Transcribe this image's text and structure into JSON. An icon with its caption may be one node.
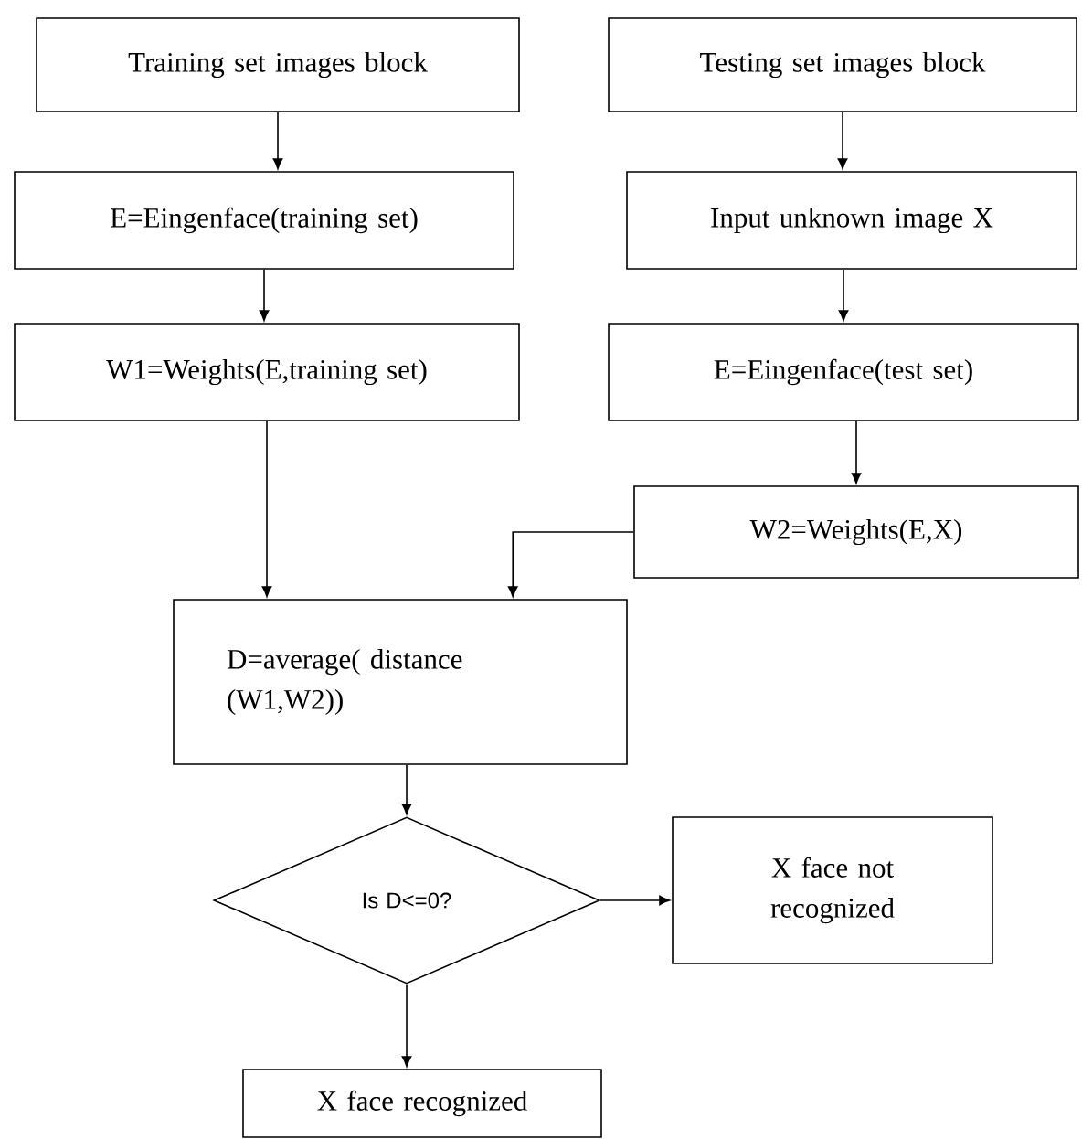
{
  "diagram": {
    "nodes": [
      {
        "text": [
          "Training set images block"
        ]
      },
      {
        "text": [
          "Testing set images block"
        ]
      },
      {
        "text": [
          "E=Eingenface(training set)"
        ]
      },
      {
        "text": [
          "Input unknown image X"
        ]
      },
      {
        "text": [
          "W1=Weights(E,training set)"
        ]
      },
      {
        "text": [
          "E=Eingenface(test set)"
        ]
      },
      {
        "text": [
          "W2=Weights(E,X)"
        ]
      },
      {
        "text": [
          "D=average( distance (W1,W2))"
        ]
      },
      {
        "text": [
          "Is D<=0?"
        ]
      },
      {
        "text": [
          "X face not recognized"
        ]
      },
      {
        "text": [
          "X face recognized"
        ]
      }
    ],
    "edges": [
      {
        "from": 0,
        "to": 2,
        "arrow": "to"
      },
      {
        "from": 2,
        "to": 4,
        "arrow": "to"
      },
      {
        "from": 1,
        "to": 3,
        "arrow": "to"
      },
      {
        "from": 3,
        "to": 5,
        "arrow": "to"
      },
      {
        "from": 5,
        "to": 6,
        "arrow": "to"
      },
      {
        "from": 4,
        "to": 7,
        "arrow": "to"
      },
      {
        "from": 6,
        "to": 7,
        "arrow": "to"
      },
      {
        "from": 7,
        "to": 8,
        "arrow": "to"
      },
      {
        "from": 8,
        "to": 9,
        "arrow": "to"
      },
      {
        "from": 8,
        "to": 10,
        "arrow": "to"
      }
    ]
  }
}
